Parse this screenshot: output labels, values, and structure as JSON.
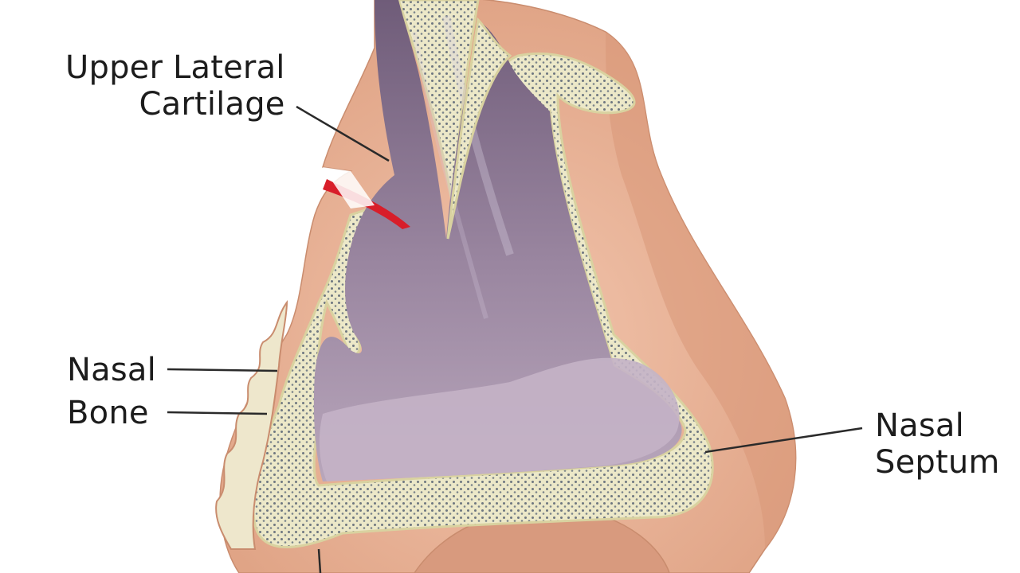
{
  "labels": {
    "upper_lateral_cartilage": {
      "line1": "Upper Lateral",
      "line2": "Cartilage"
    },
    "nasal_bone": {
      "line1": "Nasal",
      "line2": "Bone"
    },
    "nasal_septum": {
      "line1": "Nasal",
      "line2": "Septum"
    }
  },
  "colors": {
    "skin": "#eab59b",
    "skin_shadow": "#d99878",
    "bone": "#ece8c8",
    "bone_dot": "#6e7780",
    "cavity": "#8f7896",
    "cavity_floor": "#c4b3c6",
    "incision": "#d81e2a",
    "leader": "#2a2a2a"
  }
}
